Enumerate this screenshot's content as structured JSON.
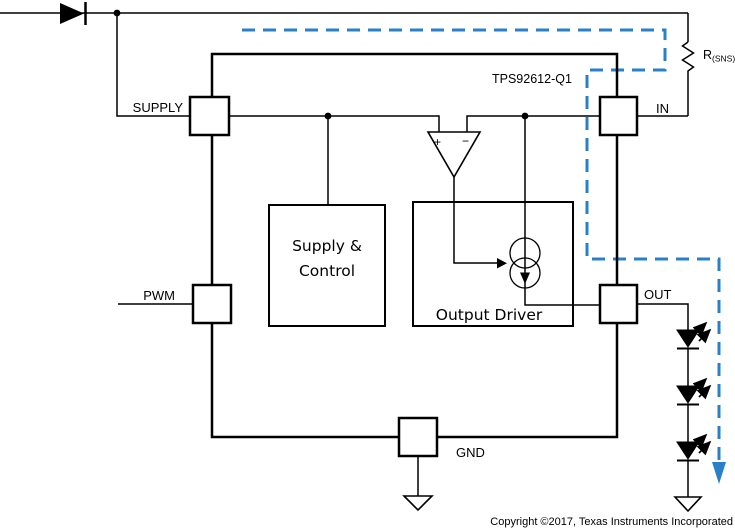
{
  "diagram": {
    "chip": {
      "title": "TPS92612-Q1"
    },
    "pins": {
      "supply": "SUPPLY",
      "pwm": "PWM",
      "in": "IN",
      "out": "OUT",
      "gnd": "GND"
    },
    "blocks": {
      "supply_control": {
        "line1": "Supply &",
        "line2": "Control"
      },
      "output_driver": {
        "label": "Output Driver"
      }
    },
    "comparator": {
      "plus_label": "+",
      "minus_label": "−"
    },
    "resistor": {
      "main": "R",
      "sub": "(SNS)"
    },
    "footer": {
      "copyright": "Copyright ©2017, Texas Instruments Incorporated"
    },
    "colors": {
      "line": "#000000",
      "current_path_blue": "#2a80c8",
      "background": "#ffffff"
    }
  }
}
